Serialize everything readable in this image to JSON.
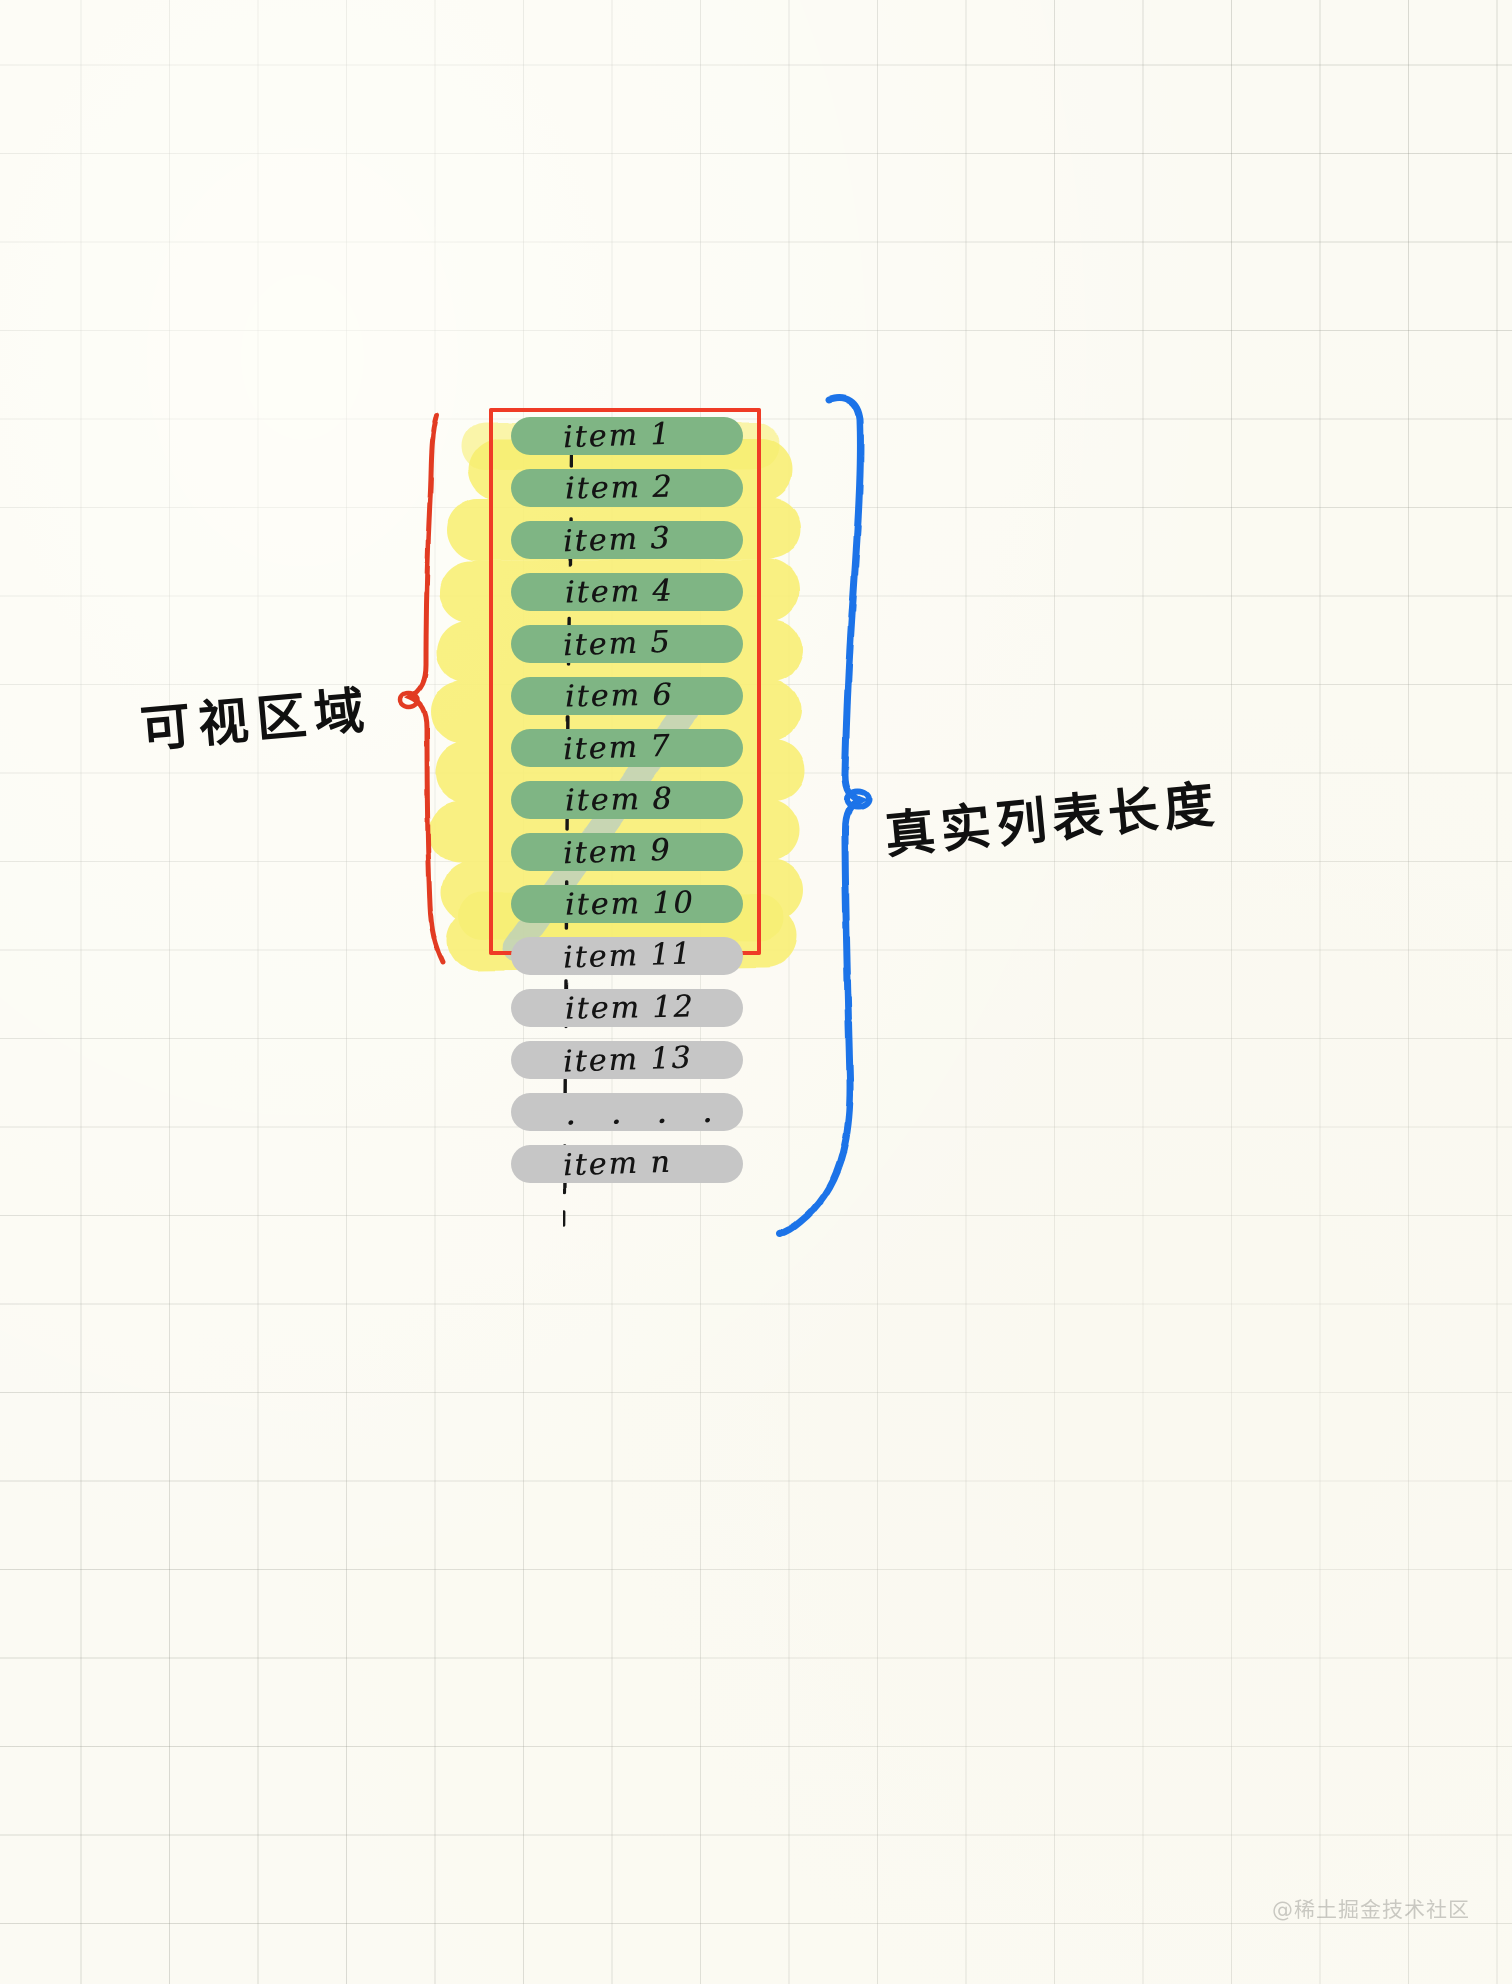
{
  "page": {
    "background_color": "#fbfaf3",
    "grid_color": "#8c8c82",
    "watermark": "@稀土掘金技术社区"
  },
  "annotations": {
    "viewport_label": "可视区域",
    "total_length_label": "真实列表长度",
    "viewport_bracket_color": "#e23b22",
    "total_bracket_color": "#1a73e8",
    "viewport_rect_color": "#ef3b26",
    "highlight_color": "#f7ef6a",
    "dashed_line_color": "#1a1a1a"
  },
  "list": {
    "visible_item_color": "#7fb584",
    "hidden_item_color": "#c6c6c6",
    "visible_count": 10,
    "items": [
      {
        "label": "item 1",
        "state": "visible"
      },
      {
        "label": "item 2",
        "state": "visible"
      },
      {
        "label": "item 3",
        "state": "visible"
      },
      {
        "label": "item 4",
        "state": "visible"
      },
      {
        "label": "item 5",
        "state": "visible"
      },
      {
        "label": "item 6",
        "state": "visible"
      },
      {
        "label": "item 7",
        "state": "visible"
      },
      {
        "label": "item 8",
        "state": "visible"
      },
      {
        "label": "item 9",
        "state": "visible"
      },
      {
        "label": "item 10",
        "state": "visible"
      },
      {
        "label": "item 11",
        "state": "hidden"
      },
      {
        "label": "item 12",
        "state": "hidden"
      },
      {
        "label": "item 13",
        "state": "hidden"
      },
      {
        "label": ". . . .",
        "state": "hidden"
      },
      {
        "label": "item n",
        "state": "hidden"
      }
    ]
  }
}
